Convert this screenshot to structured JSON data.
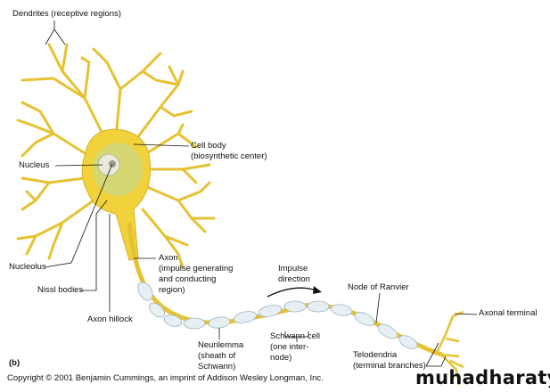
{
  "labels": {
    "dendrites": "Dendrites (receptive regions)",
    "cell_body": [
      "Cell body",
      "(biosynthetic center)"
    ],
    "nucleus": "Nucleus",
    "nucleolus": "Nucleolus",
    "nissl": "Nissl bodies",
    "axon_hillock": "Axon hillock",
    "axon": [
      "Axon",
      "(impulse generating",
      "and conducting",
      "region)"
    ],
    "impulse": [
      "Impulse",
      "direction"
    ],
    "node": "Node of Ranvier",
    "schwann": [
      "Schwann cell",
      "(one inter-",
      "node)"
    ],
    "neurilemma": [
      "Neurilemma",
      "(sheath of",
      "Schwann)"
    ],
    "axonal_terminal": "Axonal terminal",
    "telodendria": [
      "Telodendria",
      "(terminal branches)"
    ],
    "panel": "(b)"
  },
  "copyright": "Copyright © 2001 Benjamin Cummings, an imprint of Addison Wesley Longman, Inc.",
  "watermark": "muhadharaty.com",
  "colors": {
    "neuron": "#f2d23a",
    "neuron_edge": "#c9a21a",
    "schwann": "#e6f0f4",
    "body_inner": "#c8d98a"
  }
}
